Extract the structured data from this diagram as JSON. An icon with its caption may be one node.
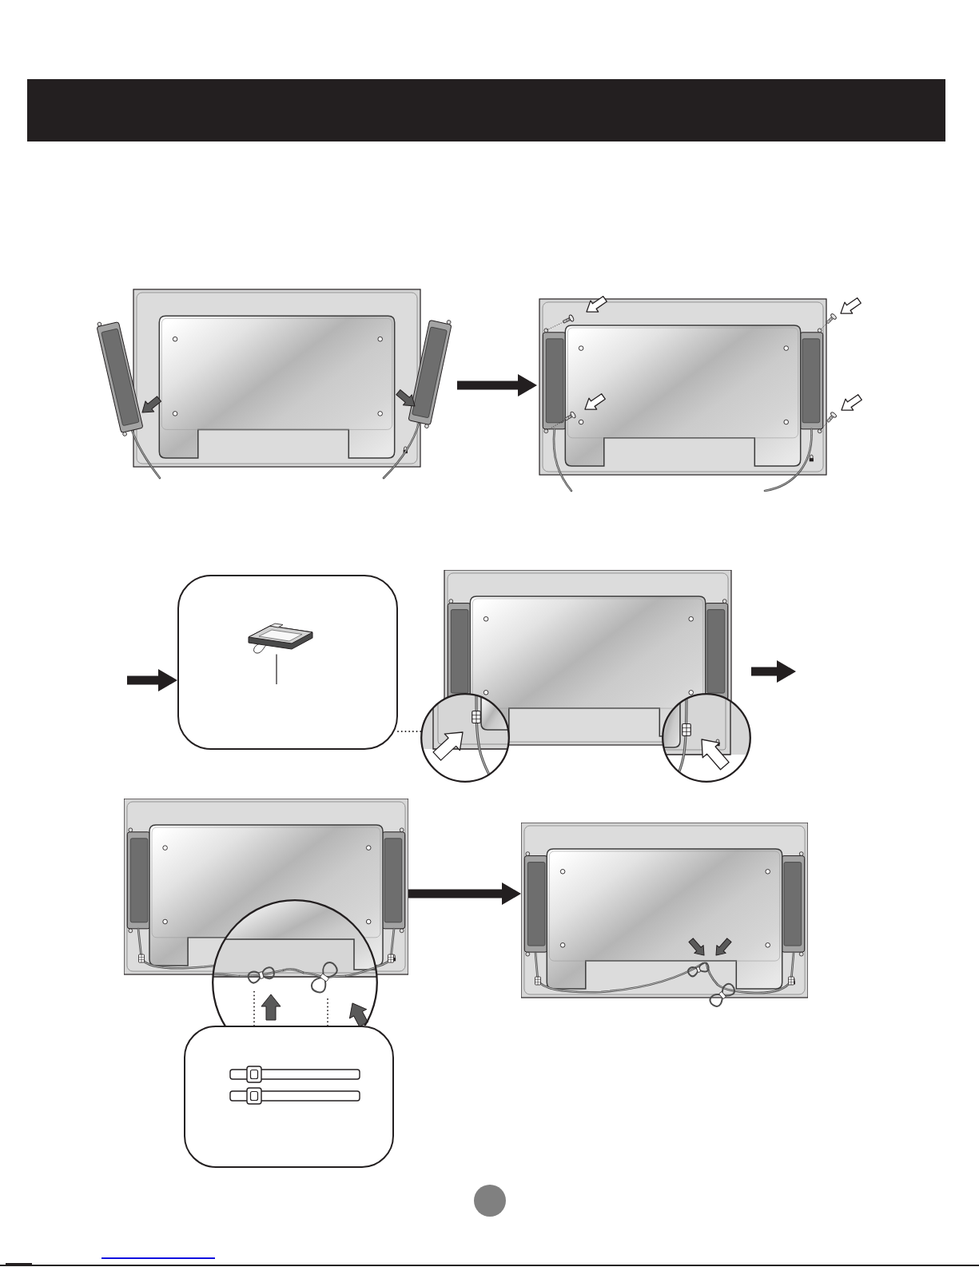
{
  "diagram": {
    "nodes": [
      {
        "text": [],
        "shape": "picture"
      },
      {
        "text": [],
        "shape": "picture"
      },
      {
        "text": [],
        "shape": "box"
      },
      {
        "text": [],
        "shape": "picture",
        "in": 2
      },
      {
        "text": [],
        "shape": "picture"
      },
      {
        "text": [],
        "shape": "circle",
        "in": 4
      },
      {
        "text": [],
        "shape": "circle",
        "in": 4
      },
      {
        "text": [],
        "shape": "picture"
      },
      {
        "text": [],
        "shape": "circle",
        "in": 7
      },
      {
        "text": [],
        "shape": "picture",
        "in": 8
      },
      {
        "text": [],
        "shape": "picture",
        "in": 8
      },
      {
        "text": [],
        "shape": "picture"
      },
      {
        "text": [],
        "shape": "box"
      }
    ],
    "edges": [
      {
        "from": 0,
        "to": 1,
        "arrow": "to",
        "style": "thick"
      },
      {
        "from": null,
        "to": 2,
        "arrow": "to",
        "style": "thick"
      },
      {
        "from": null,
        "to": 3,
        "arrow": "none"
      },
      {
        "from": 2,
        "to": 5,
        "arrow": "none",
        "style": "dashed"
      },
      {
        "from": 4,
        "to": null,
        "arrow": "to",
        "style": "thick"
      },
      {
        "from": 7,
        "to": 11,
        "arrow": "to",
        "style": "thick"
      },
      {
        "from": 12,
        "to": 9,
        "arrow": "none",
        "style": "dashed"
      },
      {
        "from": 12,
        "to": 10,
        "arrow": "none",
        "style": "dashed"
      }
    ]
  }
}
